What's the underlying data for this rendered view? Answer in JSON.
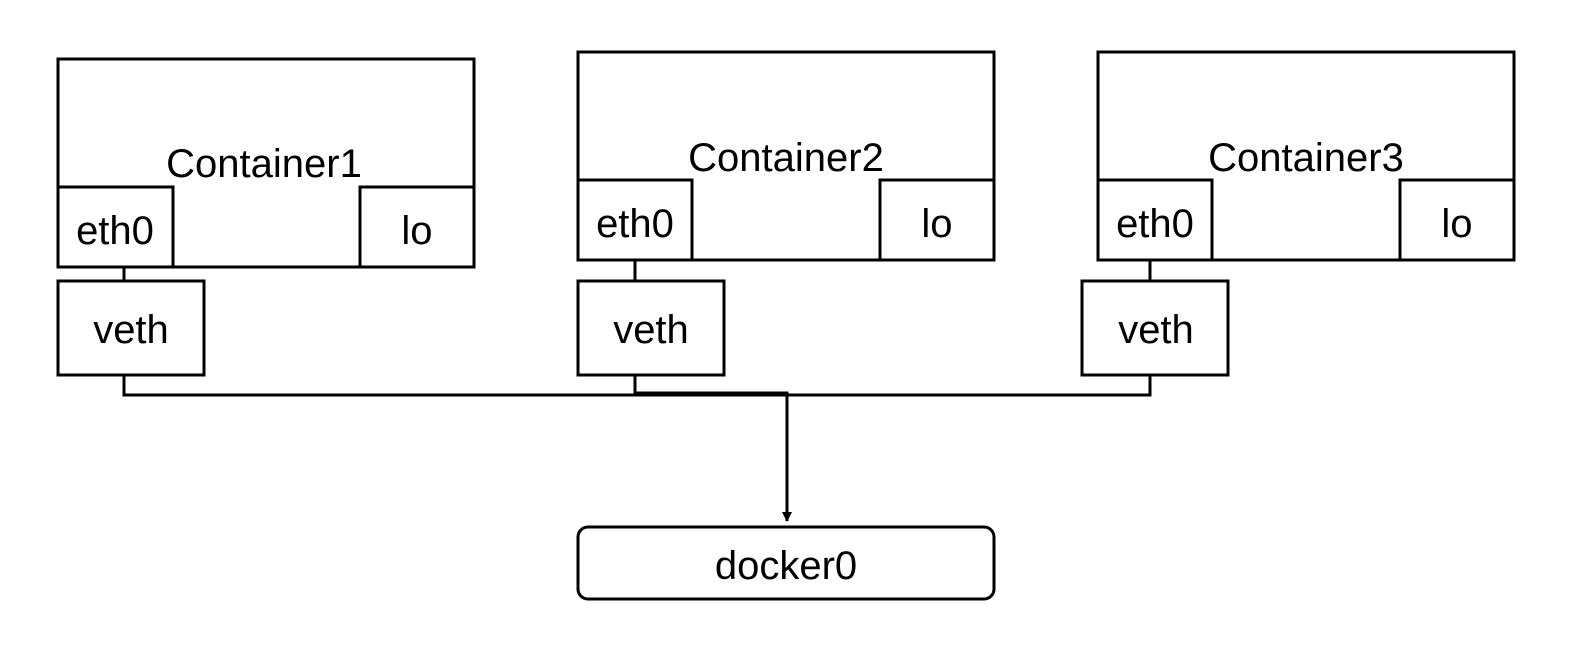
{
  "containers": [
    {
      "title": "Container1",
      "eth": "eth0",
      "lo": "lo",
      "veth": "veth"
    },
    {
      "title": "Container2",
      "eth": "eth0",
      "lo": "lo",
      "veth": "veth"
    },
    {
      "title": "Container3",
      "eth": "eth0",
      "lo": "lo",
      "veth": "veth"
    }
  ],
  "bridge": {
    "label": "docker0"
  },
  "colors": {
    "stroke": "#000000",
    "background": "#ffffff"
  }
}
